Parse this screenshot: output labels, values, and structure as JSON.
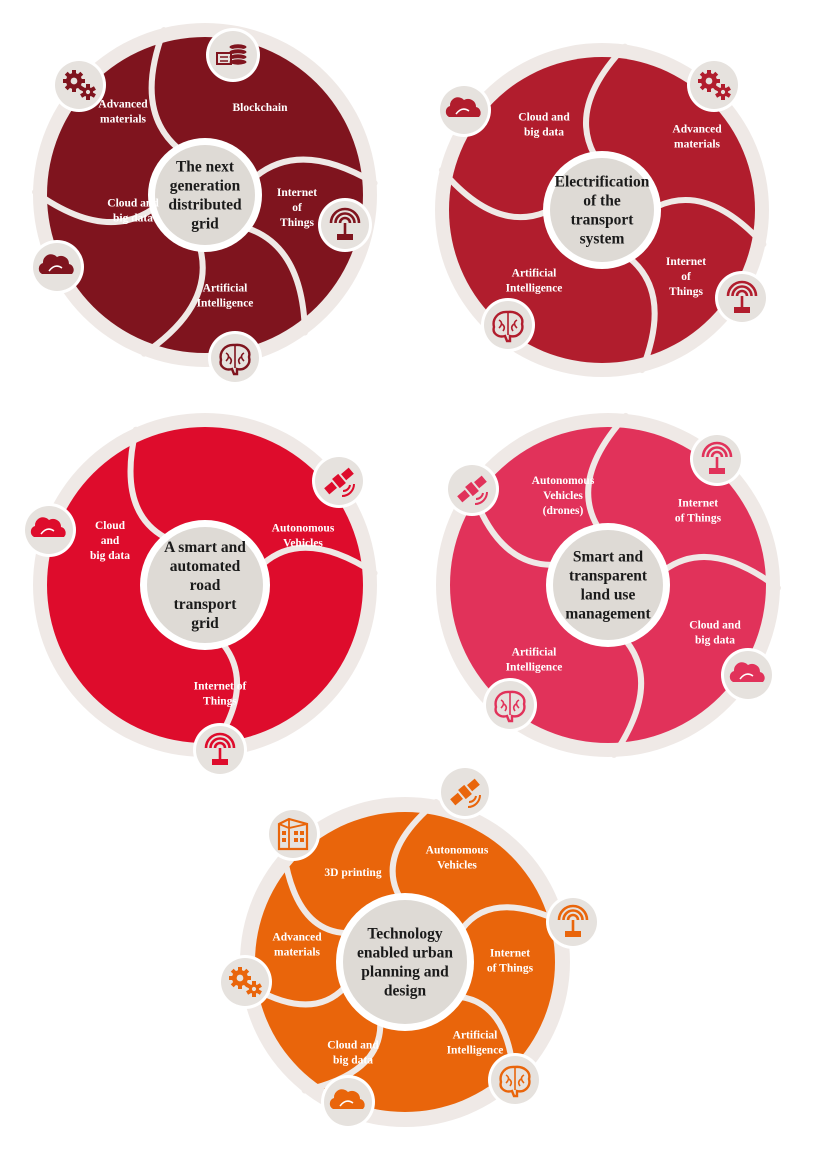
{
  "wheels": [
    {
      "id": "next-generation-grid",
      "title": [
        "The next",
        "generation",
        "distributed",
        "grid"
      ],
      "color": "#7f141e",
      "segments": [
        {
          "label": [
            "Advanced",
            "materials"
          ],
          "icon": "gears-icon"
        },
        {
          "label": [
            "Blockchain"
          ],
          "icon": "blockchain-coins-icon"
        },
        {
          "label": [
            "Internet",
            "of",
            "Things"
          ],
          "icon": "iot-antenna-icon"
        },
        {
          "label": [
            "Artificial",
            "Intelligence"
          ],
          "icon": "brain-icon"
        },
        {
          "label": [
            "Cloud and",
            "big data"
          ],
          "icon": "cloud-icon"
        }
      ]
    },
    {
      "id": "electrification-transport",
      "title": [
        "Electrification",
        "of the",
        "transport",
        "system"
      ],
      "color": "#b11d2d",
      "segments": [
        {
          "label": [
            "Cloud and",
            "big data"
          ],
          "icon": "cloud-icon"
        },
        {
          "label": [
            "Advanced",
            "materials"
          ],
          "icon": "gears-icon"
        },
        {
          "label": [
            "Internet",
            "of",
            "Things"
          ],
          "icon": "iot-antenna-icon"
        },
        {
          "label": [
            "Artificial",
            "Intelligence"
          ],
          "icon": "brain-icon"
        }
      ]
    },
    {
      "id": "smart-road-transport",
      "title": [
        "A smart and",
        "automated",
        "road",
        "transport",
        "grid"
      ],
      "color": "#de0c2c",
      "segments": [
        {
          "label": [
            "Cloud",
            "and",
            "big data"
          ],
          "icon": "cloud-icon"
        },
        {
          "label": [
            "Autonomous",
            "Vehicles"
          ],
          "icon": "satellite-icon"
        },
        {
          "label": [
            "Internet of",
            "Things"
          ],
          "icon": "iot-antenna-icon"
        }
      ]
    },
    {
      "id": "smart-land-use",
      "title": [
        "Smart and",
        "transparent",
        "land use",
        "management"
      ],
      "color": "#e1325a",
      "segments": [
        {
          "label": [
            "Autonomous",
            "Vehicles",
            "(drones)"
          ],
          "icon": "satellite-icon"
        },
        {
          "label": [
            "Internet",
            "of Things"
          ],
          "icon": "iot-antenna-icon"
        },
        {
          "label": [
            "Cloud and",
            "big data"
          ],
          "icon": "cloud-icon"
        },
        {
          "label": [
            "Artificial",
            "Intelligence"
          ],
          "icon": "brain-icon"
        }
      ]
    },
    {
      "id": "urban-planning",
      "title": [
        "Technology",
        "enabled urban",
        "planning and",
        "design"
      ],
      "color": "#e9650b",
      "segments": [
        {
          "label": [
            "3D printing"
          ],
          "icon": "3d-printed-building-icon"
        },
        {
          "label": [
            "Autonomous",
            "Vehicles"
          ],
          "icon": "satellite-icon"
        },
        {
          "label": [
            "Internet",
            "of Things"
          ],
          "icon": "iot-antenna-icon"
        },
        {
          "label": [
            "Artificial",
            "Intelligence"
          ],
          "icon": "brain-icon"
        },
        {
          "label": [
            "Cloud and",
            "big data"
          ],
          "icon": "cloud-icon"
        },
        {
          "label": [
            "Advanced",
            "materials"
          ],
          "icon": "gears-icon"
        }
      ]
    }
  ],
  "theme": {
    "outer_ring": "#efe9e6",
    "center_fill": "#dedad5",
    "icon_disc": "#e6e2de",
    "separator": "#ffffff"
  }
}
